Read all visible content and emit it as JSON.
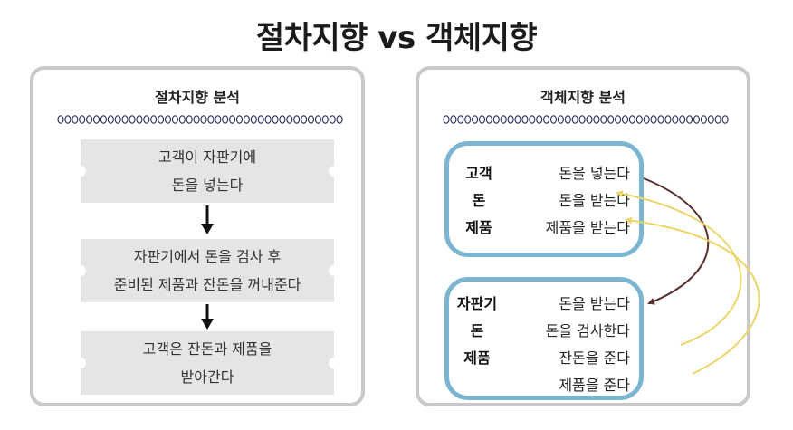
{
  "title": "절차지향 vs 객체지향",
  "procedural": {
    "heading": "절차지향 분석",
    "steps": [
      {
        "line1": "고객이 자판기에",
        "line2": "돈을 넣는다"
      },
      {
        "line1": "자판기에서 돈을 검사 후",
        "line2": "준비된 제품과 잔돈을 꺼내준다"
      },
      {
        "line1": "고객은 잔돈과 제품을",
        "line2": "받아간다"
      }
    ]
  },
  "object_oriented": {
    "heading": "객체지향 분석",
    "customer": {
      "name": [
        "고객",
        "돈",
        "제품"
      ],
      "methods": [
        "돈을 넣는다",
        "돈을 받는다",
        "제품을 받는다"
      ]
    },
    "machine": {
      "name": [
        "자판기",
        "돈",
        "제품"
      ],
      "methods": [
        "돈을 받는다",
        "돈을 검사한다",
        "잔돈을 준다",
        "제품을 준다"
      ]
    }
  },
  "colors": {
    "panel_border": "#c9c9c9",
    "step_fill": "#e5e5e5",
    "object_border": "#7ab6d2",
    "money_arrow": "#5a2f2f",
    "return_arrow": "#ecd56a",
    "coil": "#2c2c5e"
  }
}
